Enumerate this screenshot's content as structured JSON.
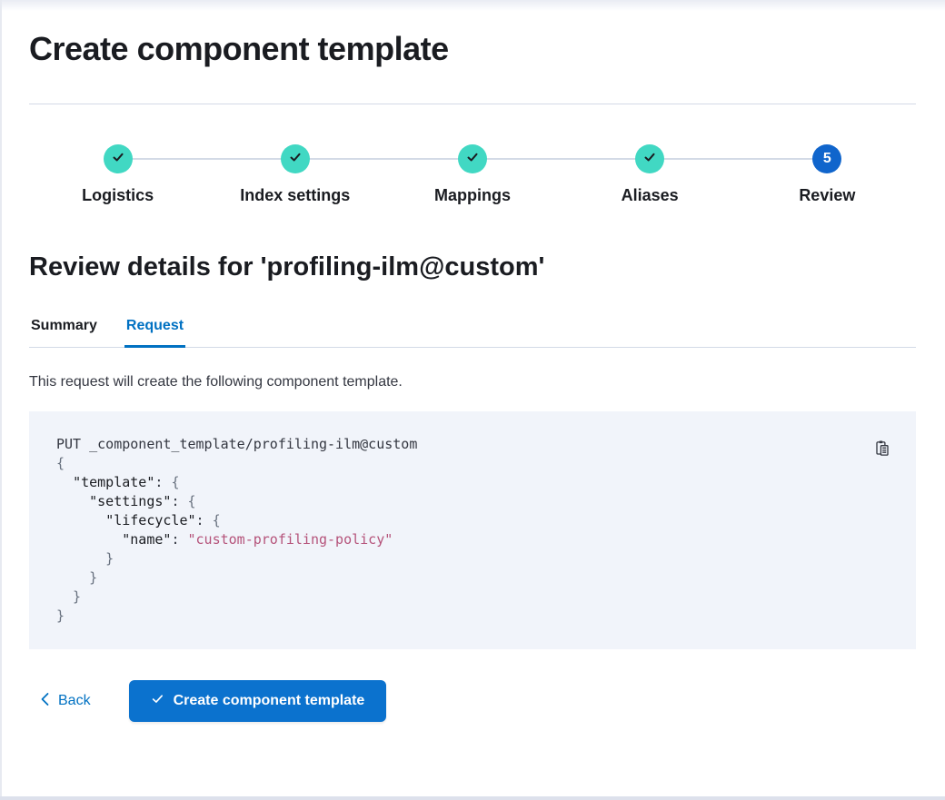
{
  "colors": {
    "heading": "#1A1C21",
    "text": "#343741",
    "primary_blue": "#0071C2",
    "button_blue": "#0B72CE",
    "step_complete_teal": "#41D8C3",
    "step_current_blue": "#1065CC",
    "border_gray": "#D3DAE6",
    "code_background": "#F1F4FA",
    "code_string_pink": "#B5537A",
    "code_punct_gray": "#67707E"
  },
  "page": {
    "title": "Create component template"
  },
  "steps": {
    "items": [
      {
        "label": "Logistics",
        "status": "complete",
        "icon": "check-icon"
      },
      {
        "label": "Index settings",
        "status": "complete",
        "icon": "check-icon"
      },
      {
        "label": "Mappings",
        "status": "complete",
        "icon": "check-icon"
      },
      {
        "label": "Aliases",
        "status": "complete",
        "icon": "check-icon"
      },
      {
        "label": "Review",
        "status": "current",
        "number": "5"
      }
    ]
  },
  "review": {
    "heading": "Review details for 'profiling-ilm@custom'",
    "tabs": [
      {
        "label": "Summary",
        "active": false
      },
      {
        "label": "Request",
        "active": true
      }
    ],
    "description": "This request will create the following component template."
  },
  "request_preview": {
    "copy_icon": "copy-clipboard-icon",
    "code_lines": [
      [
        [
          "pl",
          "PUT _component_template/profiling-ilm@custom"
        ]
      ],
      [
        [
          "pu",
          "{"
        ]
      ],
      [
        [
          "pl",
          "  "
        ],
        [
          "k",
          "\"template\""
        ],
        [
          "pl",
          ": "
        ],
        [
          "pu",
          "{"
        ]
      ],
      [
        [
          "pl",
          "    "
        ],
        [
          "k",
          "\"settings\""
        ],
        [
          "pl",
          ": "
        ],
        [
          "pu",
          "{"
        ]
      ],
      [
        [
          "pl",
          "      "
        ],
        [
          "k",
          "\"lifecycle\""
        ],
        [
          "pl",
          ": "
        ],
        [
          "pu",
          "{"
        ]
      ],
      [
        [
          "pl",
          "        "
        ],
        [
          "k",
          "\"name\""
        ],
        [
          "pl",
          ": "
        ],
        [
          "s",
          "\"custom-profiling-policy\""
        ]
      ],
      [
        [
          "pu",
          "      }"
        ]
      ],
      [
        [
          "pu",
          "    }"
        ]
      ],
      [
        [
          "pu",
          "  }"
        ]
      ],
      [
        [
          "pu",
          "}"
        ]
      ]
    ]
  },
  "footer": {
    "back_label": "Back",
    "submit_label": "Create component template"
  }
}
